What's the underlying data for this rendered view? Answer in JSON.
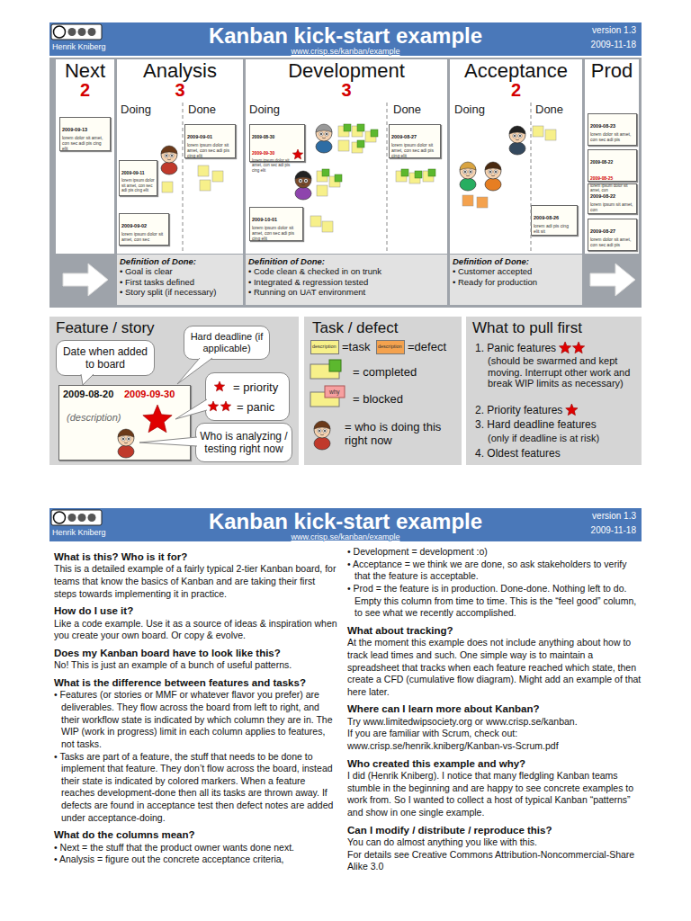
{
  "diagram": {
    "nodes": [
      {
        "text": [
          "Henrik Kniberg",
          "Kanban kick-start example",
          "www.crisp.se/kanban/example",
          "version 1.3",
          "2009-11-18"
        ]
      },
      {
        "text": [
          "Next",
          "2"
        ]
      },
      {
        "text": [
          "Analysis",
          "3",
          "Doing",
          "Done"
        ]
      },
      {
        "text": [
          "Development",
          "3",
          "Doing",
          "Done"
        ]
      },
      {
        "text": [
          "Acceptance",
          "2",
          "Doing",
          "Done"
        ]
      },
      {
        "text": [
          "Prod"
        ]
      },
      {
        "text": [
          "2009-09-13",
          "lorem dolor sit amet, con sec adi pis cing elit"
        ],
        "in": 1
      },
      {
        "text": [
          "2009-09-11",
          "lorem ipsum dolor sit amet, con sec adi pis cing elit"
        ],
        "in": 2
      },
      {
        "text": [
          "2009-09-02",
          "lorem ipsum dolor sit amet, con sec"
        ],
        "in": 2
      },
      {
        "text": [
          "2009-09-01",
          "lorem ipsum dolor sit amet, con sec adi pis cing elit"
        ],
        "in": 2
      },
      {
        "text": [
          "2009-08-30",
          "2009-09-30",
          "lorem ipsum dolor sit amet, con sec adi pis cing elit"
        ],
        "in": 3
      },
      {
        "text": [
          "2009-10-01",
          "lorem ipsum dolor sit amet, con sec adi pis cing elit"
        ],
        "in": 3
      },
      {
        "text": [
          "2009-08-27",
          "lorem ipsum dolor sit amet, con sec adi pis cing elit"
        ],
        "in": 3
      },
      {
        "text": [
          "2009-08-26",
          "lorem adi pis cing elit sit"
        ],
        "in": 4
      },
      {
        "text": [
          "2009-08-23",
          "lorem dolor sit amet, con sec adi pis"
        ],
        "in": 5
      },
      {
        "text": [
          "2009-08-22",
          "2009-08-25",
          "lorem ipsum dolor sit amet, con"
        ],
        "in": 5
      },
      {
        "text": [
          "2009-08-22",
          "lorem ipsum sit amet, con"
        ],
        "in": 5
      },
      {
        "text": [
          "2009-08-27",
          "lorem dolor sit amet, con sec adi pis"
        ],
        "in": 5
      },
      {
        "text": [
          "Definition of Done:",
          "• Goal is clear",
          "• First tasks defined",
          "• Story split (if necessary)"
        ],
        "in": 2
      },
      {
        "text": [
          "Definition of Done:",
          "• Code clean & checked in on trunk",
          "• Integrated & regression tested",
          "• Running on UAT environment"
        ],
        "in": 3
      },
      {
        "text": [
          "Definition of Done:",
          "• Customer accepted",
          "• Ready for production"
        ],
        "in": 4
      },
      {
        "text": [
          "Feature / story"
        ]
      },
      {
        "text": [
          "Date when added to board"
        ],
        "in": 21
      },
      {
        "text": [
          "Hard deadline (if applicable)"
        ],
        "in": 21
      },
      {
        "text": [
          "2009-08-20",
          "2009-09-30",
          "(description)"
        ],
        "in": 21
      },
      {
        "text": [
          "= priority",
          "= panic"
        ],
        "in": 21
      },
      {
        "text": [
          "Who is analyzing / testing right now"
        ],
        "in": 21
      },
      {
        "text": [
          "Task / defect"
        ]
      },
      {
        "text": [
          "What to pull first",
          "1. Panic features",
          "(should be swarmed and kept moving. Interrupt other work and break WIP limits as necessary)",
          "2. Priority features",
          "3. Hard deadline features",
          "(only if deadline is at risk)",
          "4. Oldest features"
        ]
      },
      {
        "text": [
          "Henrik Kniberg",
          "Kanban kick-start example",
          "www.crisp.se/kanban/example",
          "version 1.3",
          "2009-11-18"
        ]
      },
      {
        "text": [
          "What is this? Who is it for?",
          "This is a detailed example of a fairly typical 2-tier Kanban board, for teams that know the basics of Kanban and are taking their first steps towards implementing it in practice.",
          "How do I use it?",
          "Like a code example. Use it as a source of ideas & inspiration when you create your own board. Or copy & evolve.",
          "Does my Kanban board have to look like this?",
          "No! This is just an example of a bunch of useful patterns.",
          "What is the difference between features and tasks?",
          "• Features (or stories or MMF or whatever flavor you prefer) are deliverables. They flow across the board from left to right, and their workflow state is indicated by which column they are in. The WIP (work in progress) limit in each column applies to features, not tasks.",
          "• Tasks are part of a feature, the stuff that needs to be done to implement that feature. They don’t flow across the board, instead their state is indicated by colored markers. When a feature reaches development-done then all its tasks are thrown away. If defects are found in acceptance test then defect notes are added under acceptance-doing.",
          "What do the columns mean?",
          "• Next = the stuff that the product owner wants done next.",
          "• Analysis = figure out the concrete acceptance criteria,"
        ]
      },
      {
        "text": [
          "• Development = development :o)",
          "• Acceptance = we think we are done, so ask stakeholders to verify that the feature is acceptable.",
          "• Prod = the feature is in production. Done-done. Nothing left to do. Empty this column from time to time. This is the “feel good” column, to see what we recently accomplished.",
          "What about tracking?",
          "At the moment this example does not include anything about how to track lead times and such. One simple way is to maintain a spreadsheet that tracks when each feature reached which state, then create a CFD (cumulative flow diagram). Might add an example of that here later.",
          "Where can I learn more about Kanban?",
          "Try www.limitedwipsociety.org or www.crisp.se/kanban.",
          "If you are familiar with Scrum, check out: www.crisp.se/henrik.kniberg/Kanban-vs-Scrum.pdf",
          "Who created this example and why?",
          "I did (Henrik Kniberg). I notice that many fledgling Kanban teams stumble in the beginning and are happy to see concrete examples to work from. So I wanted to collect a host of typical Kanban “patterns” and show in one single example.",
          "Can I modify / distribute / reproduce this?",
          "You can do almost anything you like with this.",
          "For details see Creative Commons Attribution-Noncommercial-Share Alike 3.0"
        ]
      }
    ],
    "labels": [
      "description",
      "description",
      "why"
    ],
    "legend": [
      {
        "text": "=task",
        "color": "#f7f08a"
      },
      {
        "text": "=defect",
        "color": "#f4a24e"
      },
      {
        "text": "= completed"
      },
      {
        "text": "= blocked"
      },
      {
        "text": "= who is doing this right now"
      }
    ]
  }
}
